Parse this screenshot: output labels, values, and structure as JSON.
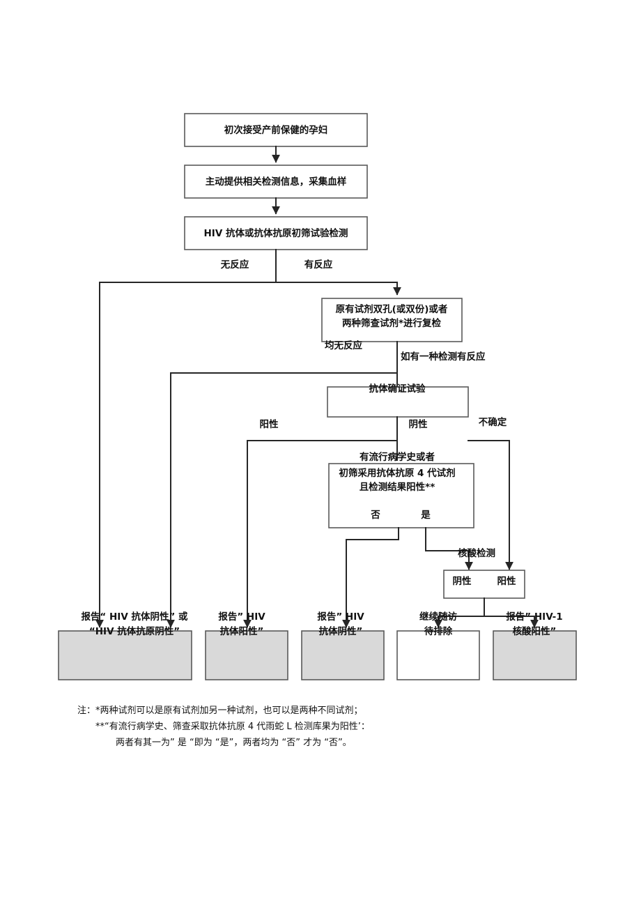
{
  "diagram": {
    "title": "孕妇 HIV 检测流程图",
    "nodes": {
      "start": "初次接受产前保健的孕妇",
      "info": "主动提供相关检测信息，采集血样",
      "screen": "HIV 抗体或抗体抗原初筛试验检测",
      "retest_l1": "原有试剂双孔(或双份)或者",
      "retest_l2": "两种筛查试剂*进行复检",
      "confirm": "抗体确证试验",
      "epi_l1": "有流行病学史或者",
      "epi_l2": "初筛采用抗体抗原 4 代试剂",
      "epi_l3": "且检测结果阳性**",
      "epi_no": "否",
      "epi_yes": "是",
      "nat_label": "核酸检测",
      "nat_neg": "阴性",
      "nat_pos": "阳性"
    },
    "edge_labels": {
      "no_reaction": "无反应",
      "has_reaction": "有反应",
      "all_no_reaction": "均无反应",
      "any_reaction": "如有一种检测有反应",
      "positive": "阳性",
      "negative": "阴性",
      "indeterminate": "不确定"
    },
    "results": [
      {
        "id": "result-ab-negative",
        "line1": "报告“ HIV 抗体阴性” 或",
        "line2": "“HIV 抗体抗原阴性”",
        "fill": "#d9d9d9"
      },
      {
        "id": "result-ab-positive",
        "line1": "报告” HIV",
        "line2": "抗体阳性”",
        "fill": "#d9d9d9"
      },
      {
        "id": "result-ab-negative-2",
        "line1": "报告” HIV",
        "line2": "抗体阴性”",
        "fill": "#d9d9d9"
      },
      {
        "id": "result-followup",
        "line1": "继续随访",
        "line2": "待排除",
        "fill": "#ffffff"
      },
      {
        "id": "result-nat-positive",
        "line1": "报告” HIV-1",
        "line2": "核酸阳性”",
        "fill": "#d9d9d9"
      }
    ],
    "notes": [
      "注：*两种试剂可以是原有试剂加另一种试剂，也可以是两种不同试剂；",
      "**“有流行病学史、筛查采取抗体抗原 4 代雨蛇 L 检测库果为阳性’：",
      "两者有其一为” 是 “即为 “是”，两者均为 “否” 才为 “否”。"
    ],
    "colors": {
      "box_fill": "#ffffff",
      "box_fill_gray": "#d9d9d9",
      "box_stroke": "#595959",
      "line": "#262626",
      "text": "#111111"
    }
  }
}
